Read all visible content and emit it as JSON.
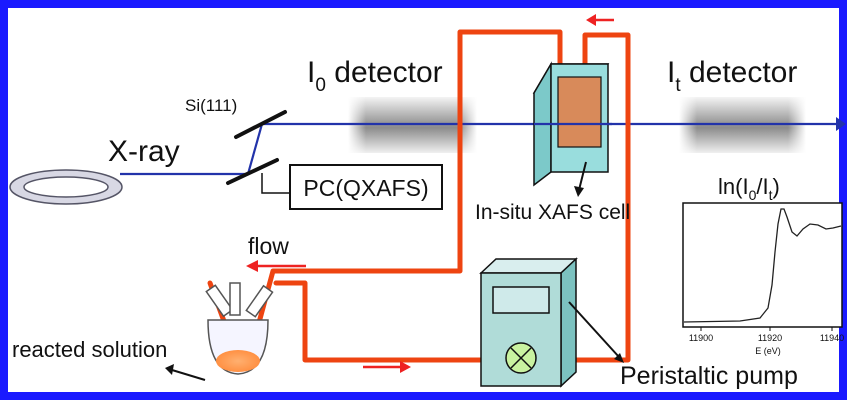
{
  "labels": {
    "xray": "X-ray",
    "si111": "Si(111)",
    "i0_detector": "I",
    "i0_sub": "0",
    "i0_tail": " detector",
    "it_detector": "I",
    "it_sub": "t",
    "it_tail": " detector",
    "pc": "PC(QXAFS)",
    "cell": "In-situ XAFS cell",
    "flow": "flow",
    "reacted_solution": "reacted solution",
    "pump": "Peristaltic pump",
    "ln_pre": "ln(I",
    "ln_sub0": "0",
    "ln_mid": "/I",
    "ln_subt": "t",
    "ln_post": ")"
  },
  "spectrum": {
    "x_label": "E (eV)",
    "x_ticks": [
      "11900",
      "11920",
      "11940"
    ]
  },
  "colors": {
    "border": "#1a1aff",
    "beam": "#2233aa",
    "tube": "#ee4411",
    "arrow": "#ee2222",
    "cell_face": "#99dddd",
    "cell_window": "#d88a5a",
    "pump_face": "#b0dcd8"
  }
}
